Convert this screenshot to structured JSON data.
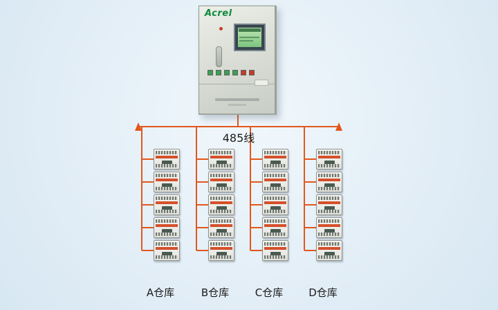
{
  "bus": {
    "label": "485线",
    "line_color": "#e2571c"
  },
  "cabinet": {
    "brand": "Acrel",
    "brand_color": "#0f8a3e",
    "screen_color": "#7cc47e",
    "button_colors": [
      "#3aa054",
      "#3aa054",
      "#3aa054",
      "#3aa054",
      "#c9392b",
      "#c9392b"
    ]
  },
  "devices": {
    "accent_color": "#d4502a"
  },
  "warehouses": [
    {
      "id": "A",
      "label": "A仓库",
      "device_count": 5
    },
    {
      "id": "B",
      "label": "B仓库",
      "device_count": 5
    },
    {
      "id": "C",
      "label": "C仓库",
      "device_count": 5
    },
    {
      "id": "D",
      "label": "D仓库",
      "device_count": 5
    }
  ]
}
